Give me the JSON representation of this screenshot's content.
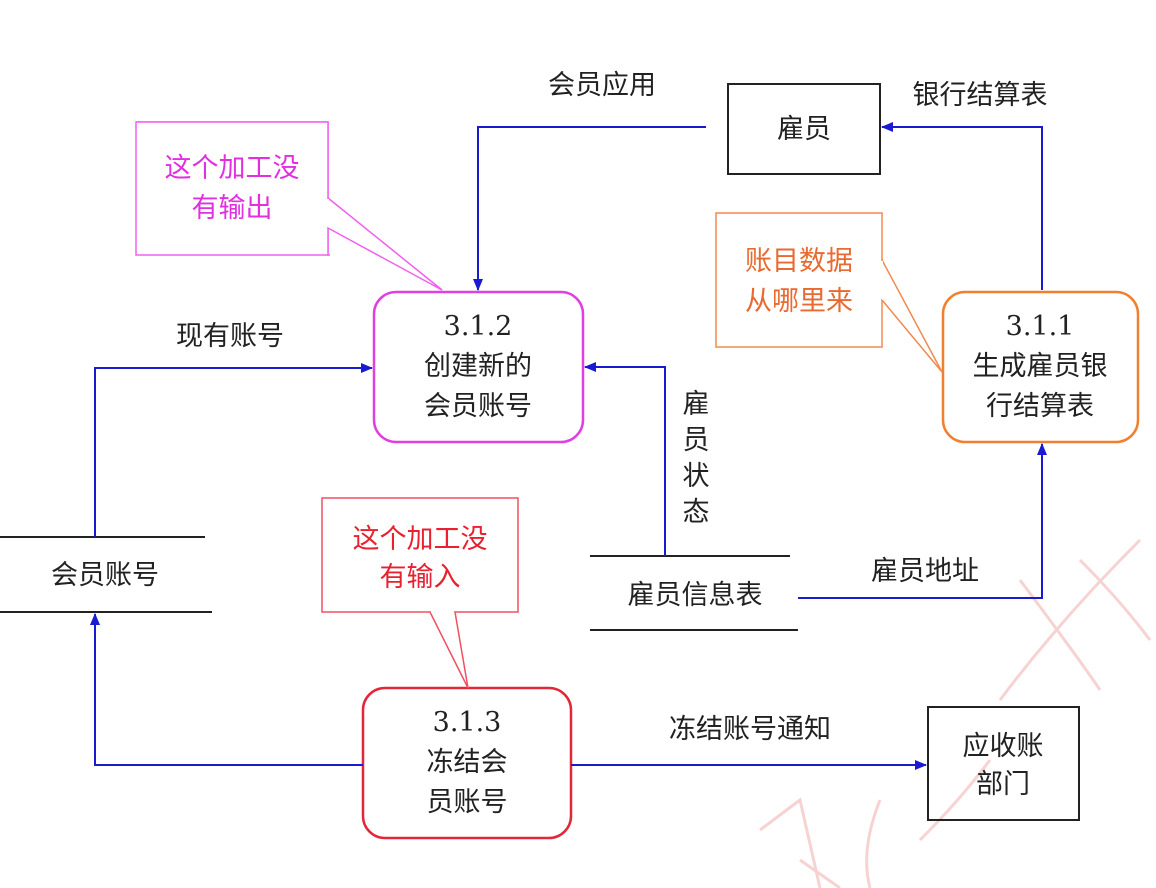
{
  "colors": {
    "flow": "#1a1ad0",
    "process_312": "#e040e0",
    "process_311": "#f08030",
    "process_313": "#e02838",
    "watermark": "#f4c0c0"
  },
  "entities": {
    "employee": "雇员",
    "ar_dept_line1": "应收账",
    "ar_dept_line2": "部门"
  },
  "processes": {
    "p312": {
      "id": "3.1.2",
      "line1": "创建新的",
      "line2": "会员账号"
    },
    "p311": {
      "id": "3.1.1",
      "line1": "生成雇员银",
      "line2": "行结算表"
    },
    "p313": {
      "id": "3.1.3",
      "line1": "冻结会",
      "line2": "员账号"
    }
  },
  "stores": {
    "member_account": "会员账号",
    "employee_info": "雇员信息表"
  },
  "flows": {
    "member_application": "会员应用",
    "bank_statement": "银行结算表",
    "existing_account": "现有账号",
    "employee_status": [
      "雇",
      "员",
      "状",
      "态"
    ],
    "employee_address": "雇员地址",
    "freeze_notice": "冻结账号通知"
  },
  "callouts": {
    "no_output": {
      "line1": "这个加工没",
      "line2": "有输出"
    },
    "account_source": {
      "line1": "账目数据",
      "line2": "从哪里来"
    },
    "no_input": {
      "line1": "这个加工没",
      "line2": "有输入"
    }
  }
}
